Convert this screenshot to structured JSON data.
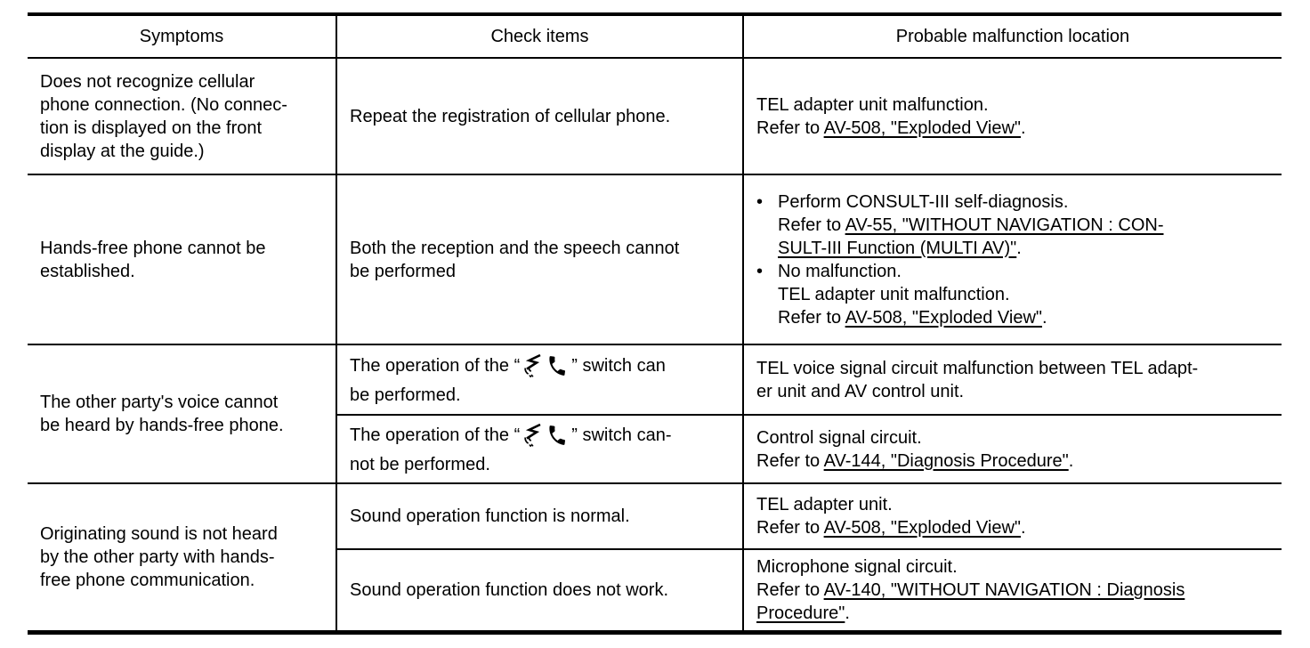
{
  "page": {
    "background": "#ffffff",
    "text_color": "#000000",
    "link_color": "#000000"
  },
  "table": {
    "headers": {
      "symptoms": "Symptoms",
      "check_items": "Check items",
      "location": "Probable malfunction location"
    },
    "common": {
      "refer_prefix": "Refer to ",
      "period": ".",
      "bullet": "•"
    },
    "icons": {
      "talk_switch": "talk-switch-icon",
      "handset": "phone-handset-icon"
    },
    "rows": {
      "r1": {
        "symptom_lines": [
          "Does not recognize cellular",
          "phone connection. (No connec-",
          "tion is displayed on the front",
          "display at the guide.)"
        ],
        "check": "Repeat the registration of cellular phone.",
        "loc_text": "TEL adapter unit malfunction.",
        "loc_link": "AV-508, \"Exploded View\""
      },
      "r2": {
        "symptom_lines": [
          "Hands-free phone cannot be",
          "established."
        ],
        "check_lines": [
          "Both the reception and the speech cannot",
          "be performed"
        ],
        "bullet1": {
          "line1": "Perform CONSULT-III self-diagnosis.",
          "link_line1": "AV-55, \"WITHOUT NAVIGATION : CON-",
          "link_line2": "SULT-III Function (MULTI AV)\""
        },
        "bullet2": {
          "line1": "No malfunction.",
          "line2": "TEL adapter unit malfunction.",
          "link": "AV-508, \"Exploded View\""
        }
      },
      "r3": {
        "symptom_lines": [
          "The other party's voice cannot",
          "be heard by hands-free phone."
        ],
        "sub1": {
          "check_pre": "The operation of the “",
          "check_post1": "” switch can",
          "check_post2": "be performed.",
          "loc_lines": [
            "TEL voice signal circuit malfunction between TEL adapt-",
            "er unit and AV control unit."
          ]
        },
        "sub2": {
          "check_pre": "The operation of the “",
          "check_post1": "” switch can-",
          "check_post2": "not be performed.",
          "loc_text": "Control signal circuit.",
          "loc_link": "AV-144, \"Diagnosis Procedure\""
        }
      },
      "r4": {
        "symptom_lines": [
          "Originating sound is not heard",
          "by the other party with hands-",
          "free phone communication."
        ],
        "sub1": {
          "check": "Sound operation function is normal.",
          "loc_text": "TEL adapter unit.",
          "loc_link": "AV-508, \"Exploded View\""
        },
        "sub2": {
          "check": "Sound operation function does not work.",
          "loc_text": "Microphone signal circuit.",
          "loc_link_line1": "AV-140, \"WITHOUT NAVIGATION : Diagnosis",
          "loc_link_line2": "Procedure\""
        }
      }
    }
  }
}
